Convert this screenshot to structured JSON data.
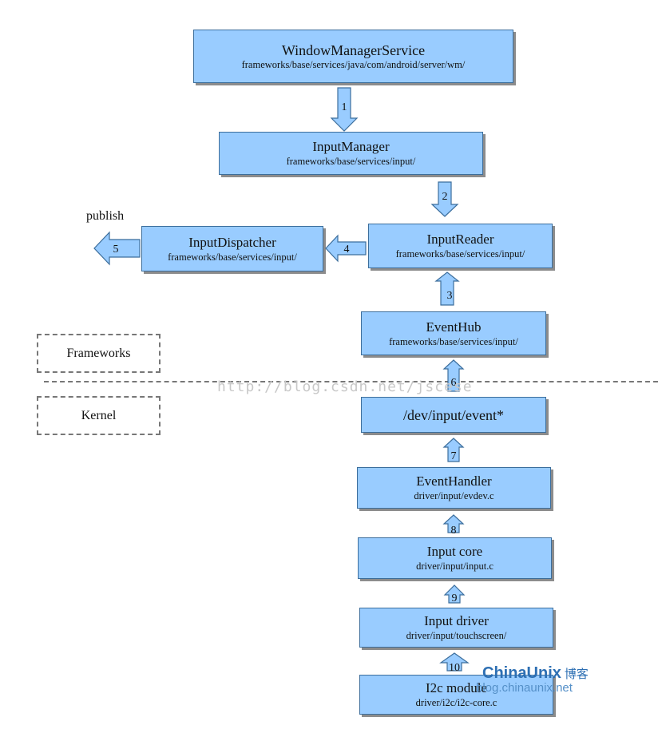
{
  "boxes": {
    "wms": {
      "title": "WindowManagerService",
      "path": "frameworks/base/services/java/com/android/server/wm/"
    },
    "input_manager": {
      "title": "InputManager",
      "path": "frameworks/base/services/input/"
    },
    "input_reader": {
      "title": "InputReader",
      "path": "frameworks/base/services/input/"
    },
    "input_dispatcher": {
      "title": "InputDispatcher",
      "path": "frameworks/base/services/input/"
    },
    "event_hub": {
      "title": "EventHub",
      "path": "frameworks/base/services/input/"
    },
    "dev_input": {
      "title": "/dev/input/event*"
    },
    "event_handler": {
      "title": "EventHandler",
      "path": "driver/input/evdev.c"
    },
    "input_core": {
      "title": "Input core",
      "path": "driver/input/input.c"
    },
    "input_driver": {
      "title": "Input driver",
      "path": "driver/input/touchscreen/"
    },
    "i2c_module": {
      "title": "I2c module",
      "path": "driver/i2c/i2c-core.c"
    }
  },
  "layers": {
    "frameworks": "Frameworks",
    "kernel": "Kernel"
  },
  "publish_label": "publish",
  "arrows": [
    "1",
    "2",
    "3",
    "4",
    "5",
    "6",
    "7",
    "8",
    "9",
    "10"
  ],
  "watermark": "http://blog.csdn.net/jscese",
  "logo": {
    "brand": "ChinaUnix",
    "cn": "博客",
    "url": "blog.chinaunix.net"
  }
}
